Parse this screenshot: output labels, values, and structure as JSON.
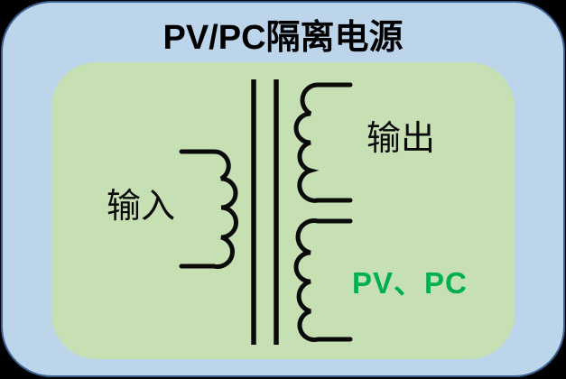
{
  "title": "PV/PC隔离电源",
  "labels": {
    "input": "输入",
    "output": "输出",
    "pvpc": "PV、PC"
  },
  "colors": {
    "canvas_bg": "#000000",
    "outer_fill": "#bcd5eb",
    "outer_border": "#3a6191",
    "inner_fill": "#c6e0b3",
    "line": "#0a0a0a",
    "pvpc_green": "#00b050",
    "title_text": "#000000",
    "label_text": "#0a0a0a"
  }
}
